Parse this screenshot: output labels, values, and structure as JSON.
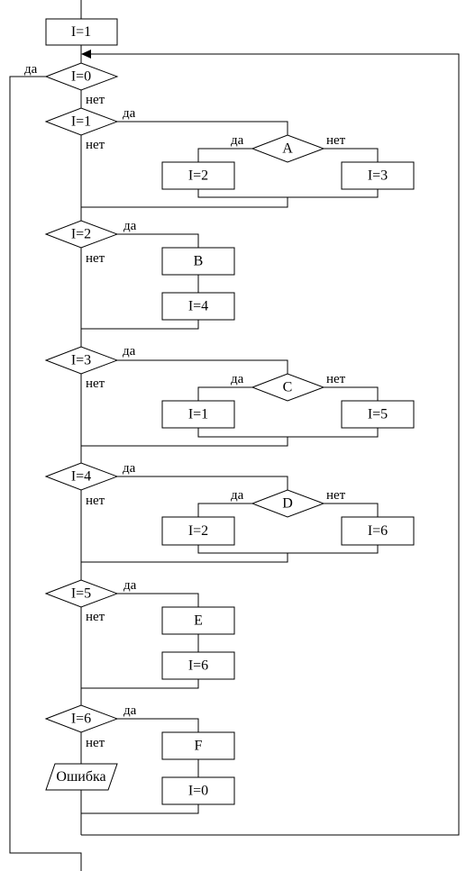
{
  "labels": {
    "yes": "да",
    "no": "нет"
  },
  "nodes": {
    "init": "I=1",
    "d0": "I=0",
    "d1": "I=1",
    "dA": "A",
    "s12": "I=2",
    "s13": "I=3",
    "d2": "I=2",
    "sB": "B",
    "s24": "I=4",
    "d3": "I=3",
    "dC": "C",
    "s31": "I=1",
    "s35": "I=5",
    "d4": "I=4",
    "dD": "D",
    "s42": "I=2",
    "s46": "I=6",
    "d5": "I=5",
    "sE": "E",
    "s56": "I=6",
    "d6": "I=6",
    "sF": "F",
    "err": "Ошибка",
    "s60": "I=0"
  }
}
